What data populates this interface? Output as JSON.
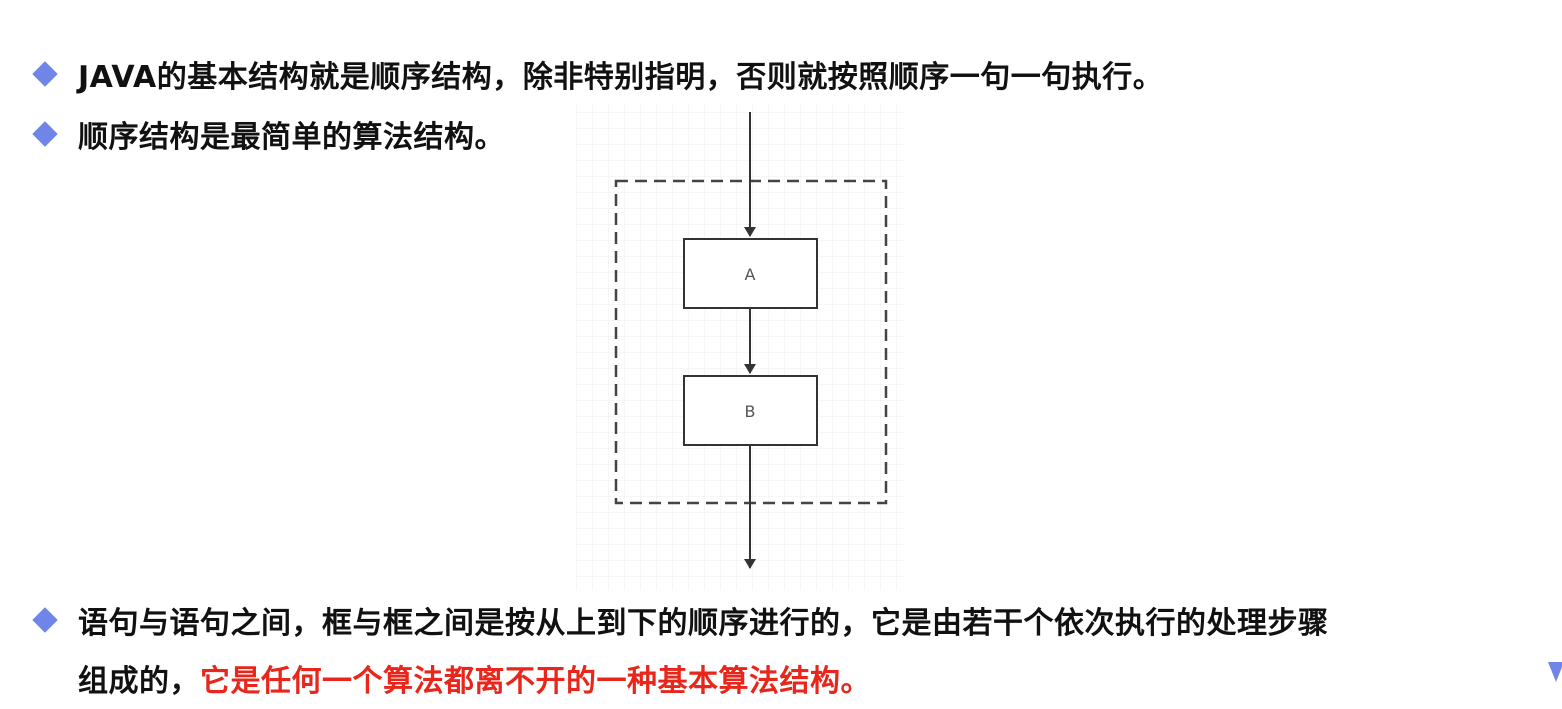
{
  "lines": {
    "line1": "JAVA的基本结构就是顺序结构，除非特别指明，否则就按照顺序一句一句执行。",
    "line2": "顺序结构是最简单的算法结构。",
    "line3": "语句与语句之间，框与框之间是按从上到下的顺序进行的，它是由若干个依次执行的处理步骤",
    "line4_black": "组成的，",
    "line4_red": "它是任何一个算法都离不开的一种基本算法结构。"
  },
  "diagram": {
    "box_a_label": "A",
    "box_b_label": "B"
  },
  "colors": {
    "bullet": "#6f86e8",
    "highlight": "#e8261b",
    "text": "#111111"
  }
}
